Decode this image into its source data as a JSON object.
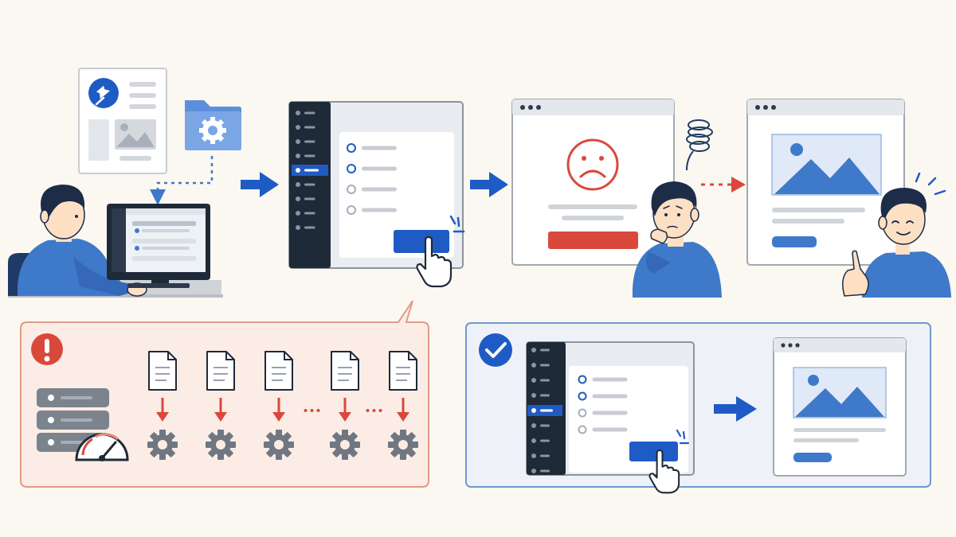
{
  "colors": {
    "background": "#fbf8f1",
    "primary_blue": "#1f5bc4",
    "mid_blue": "#3f79c9",
    "light_blue": "#dfe9f7",
    "navy": "#1f2a38",
    "alert_red": "#d9493b",
    "warning_panel_bg": "#fbece5",
    "warning_panel_border": "#e39a85",
    "success_panel_bg": "#eef2f8",
    "success_panel_border": "#6f97d2",
    "gray_line": "#c8ccd2",
    "gear_gray": "#6f7782",
    "skin": "#fde0c4",
    "hair": "#1d2c47"
  },
  "icons": {
    "top_row": [
      "pin-icon",
      "image-icon",
      "folder-gear-icon",
      "dotted-arrow",
      "person-at-computer",
      "arrow-right-icon",
      "settings-menu-window",
      "pointer-hand-icon",
      "arrow-right-icon",
      "sad-face-icon",
      "confused-person",
      "scribble-icon",
      "dotted-arrow-red",
      "image-preview-window",
      "happy-person"
    ],
    "warning_panel": [
      "alert-icon",
      "server-stack-icon",
      "speedometer-icon",
      "file-icon",
      "arrow-down-icon",
      "gear-icon",
      "ellipsis"
    ],
    "success_panel": [
      "check-icon",
      "settings-menu-window",
      "pointer-hand-icon",
      "arrow-right-icon",
      "image-preview-window"
    ]
  },
  "warning_panel": {
    "file_gear_column_count": 5,
    "ellipsis_between_columns": [
      3,
      4
    ]
  },
  "settings_menu": {
    "sidebar_item_count": 9,
    "active_sidebar_index": 5,
    "radio_option_count": 4,
    "selected_radio_count": 2
  }
}
